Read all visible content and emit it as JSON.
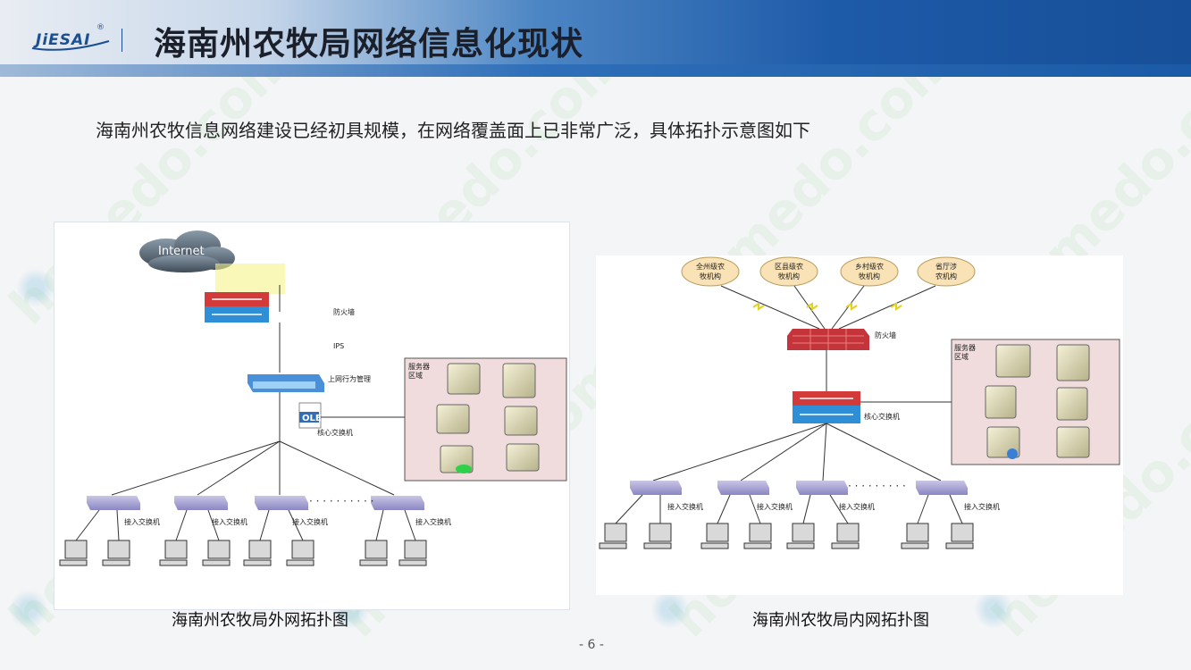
{
  "header": {
    "logo_text": "JiESAI",
    "logo_reg": "®",
    "title": "海南州农牧局网络信息化现状"
  },
  "intro_text": "海南州农牧信息网络建设已经初具规模，在网络覆盖面上已非常广泛，具体拓扑示意图如下",
  "left_diagram": {
    "caption": "海南州农牧局外网拓扑图",
    "internet_label": "Internet",
    "firewall_label": "防火墙",
    "ips_label": "IPS",
    "behavior_mgmt_label": "上网行为管理",
    "ole_label": "OLE",
    "core_switch_label": "核心交换机",
    "server_area_label_line1": "服务器",
    "server_area_label_line2": "区域",
    "access_switch_labels": [
      "接入交换机",
      "接入交换机",
      "接入交换机",
      "接入交换机"
    ]
  },
  "right_diagram": {
    "caption": "海南州农牧局内网拓扑图",
    "clouds": [
      {
        "line1": "全州级农",
        "line2": "牧机构"
      },
      {
        "line1": "区县级农",
        "line2": "牧机构"
      },
      {
        "line1": "乡村级农",
        "line2": "牧机构"
      },
      {
        "line1": "省厅涉",
        "line2": "农机构"
      }
    ],
    "firewall_label": "防火墙",
    "core_switch_label": "核心交换机",
    "server_area_label_line1": "服务器",
    "server_area_label_line2": "区域",
    "access_switch_labels": [
      "接入交换机",
      "接入交换机",
      "接入交换机",
      "接入交换机"
    ]
  },
  "page_number": "- 6 -"
}
